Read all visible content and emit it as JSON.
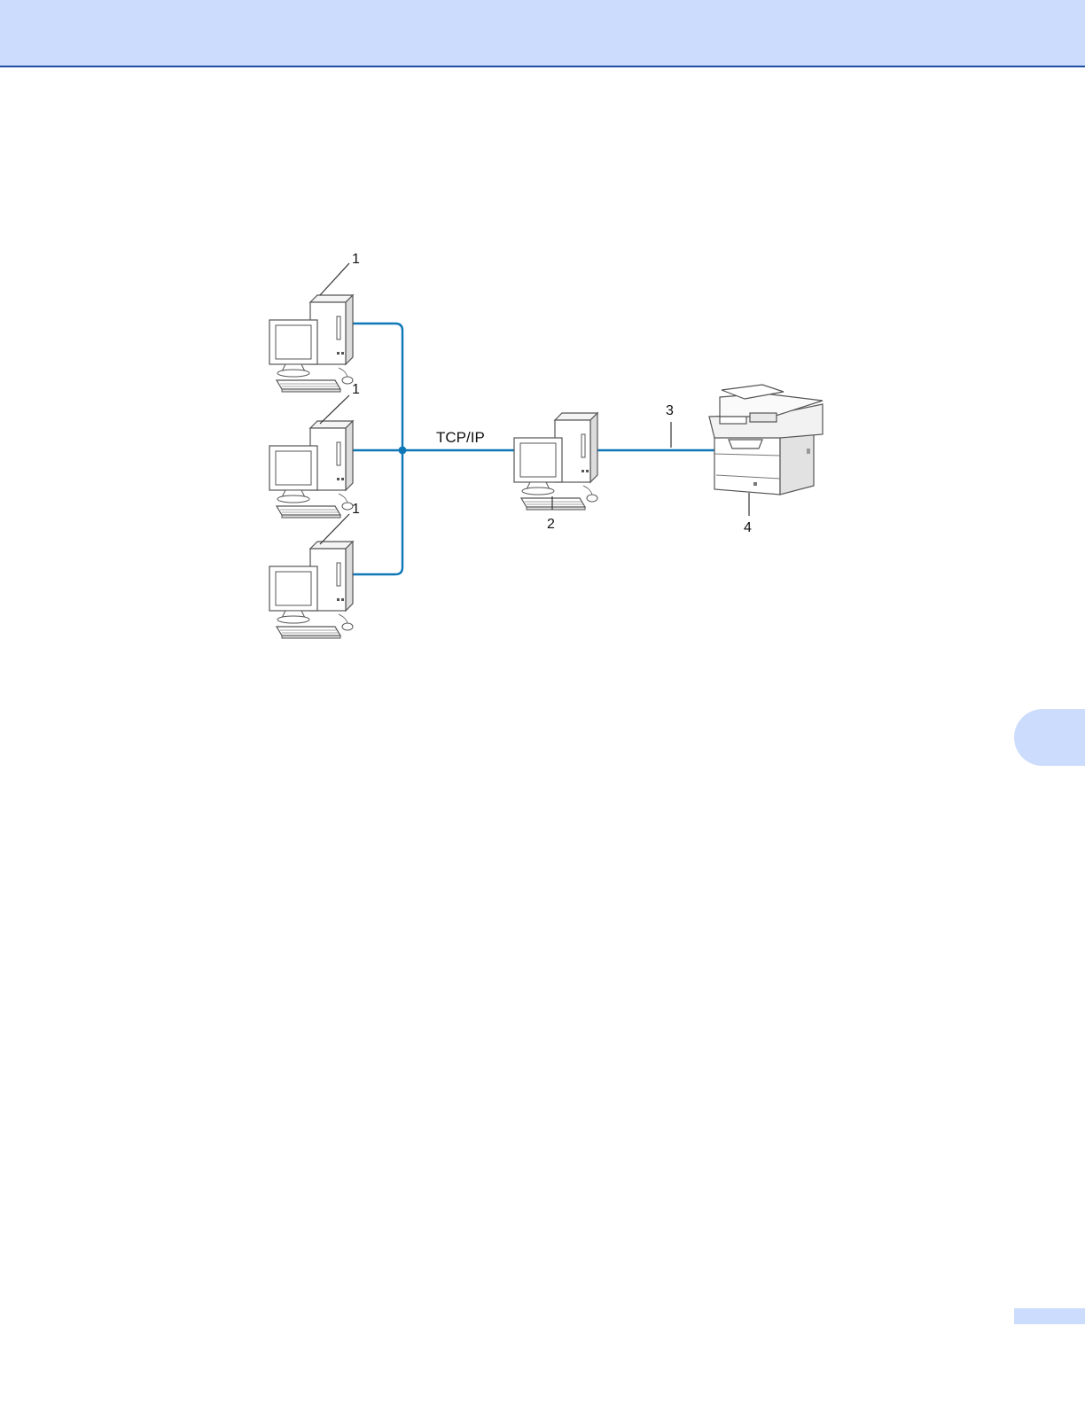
{
  "diagram": {
    "callouts": {
      "client_1": "1",
      "client_2": "1",
      "client_3": "1",
      "server": "2",
      "connection": "3",
      "printer": "4"
    },
    "network_label": "TCP/IP"
  },
  "colors": {
    "header_band": "#ccdcfc",
    "header_rule": "#1f4fa3",
    "network_line": "#0e77b8"
  },
  "icons": {
    "client": "desktop-computer-icon",
    "server": "desktop-computer-icon",
    "printer": "multifunction-printer-icon"
  }
}
